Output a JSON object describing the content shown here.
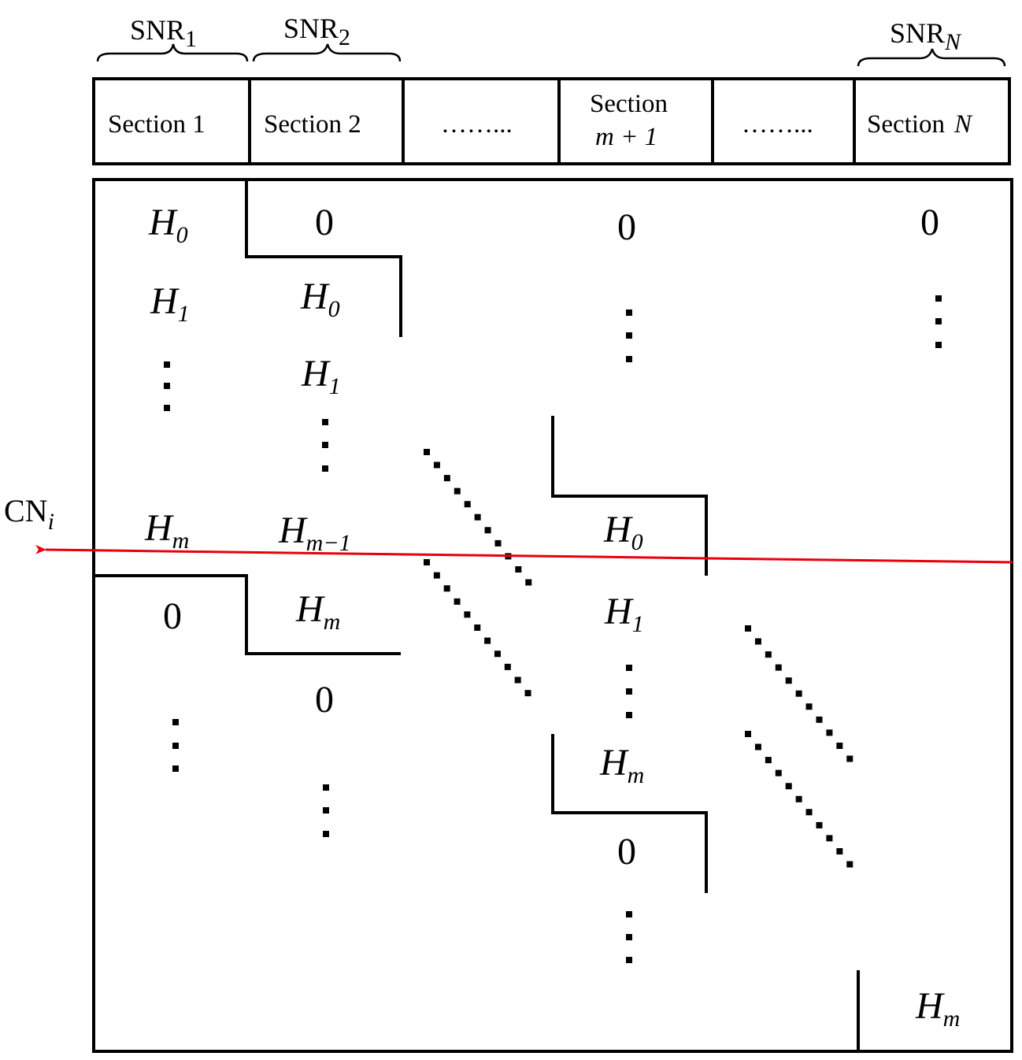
{
  "snr_labels": [
    {
      "base": "SNR",
      "sub": "1",
      "sub_italic": false
    },
    {
      "base": "SNR",
      "sub": "2",
      "sub_italic": false
    },
    {
      "base": "SNR",
      "sub": "N",
      "sub_italic": true
    }
  ],
  "sections": [
    {
      "text": "Section 1"
    },
    {
      "text": "Section 2"
    },
    {
      "text": "……..."
    },
    {
      "line1": "Section",
      "line2": "m + 1"
    },
    {
      "text": "……..."
    },
    {
      "text": "Section",
      "math": "N"
    }
  ],
  "cn_label": {
    "base": "CN",
    "sub": "i"
  },
  "colors": {
    "stroke": "#000000",
    "arrow": "#e8000b"
  },
  "matrix": {
    "col1": [
      {
        "base": "H",
        "sub": "0"
      },
      {
        "base": "H",
        "sub": "1"
      },
      {
        "vdots": true
      },
      {
        "base": "H",
        "sub": "m"
      },
      {
        "zero": "0"
      },
      {
        "vdots": true
      }
    ],
    "col2": [
      {
        "zero": "0"
      },
      {
        "base": "H",
        "sub": "0"
      },
      {
        "base": "H",
        "sub": "1"
      },
      {
        "vdots": true
      },
      {
        "base": "H",
        "sub": "m−1"
      },
      {
        "base": "H",
        "sub": "m"
      },
      {
        "zero": "0"
      },
      {
        "vdots": true
      }
    ],
    "col_m1": [
      {
        "zero": "0"
      },
      {
        "vdots": true
      },
      {
        "base": "H",
        "sub": "0"
      },
      {
        "base": "H",
        "sub": "1"
      },
      {
        "vdots": true
      },
      {
        "base": "H",
        "sub": "m"
      },
      {
        "zero": "0"
      },
      {
        "vdots": true
      }
    ],
    "colN": [
      {
        "zero": "0"
      },
      {
        "vdots": true
      },
      {
        "base": "H",
        "sub": "m"
      }
    ]
  }
}
